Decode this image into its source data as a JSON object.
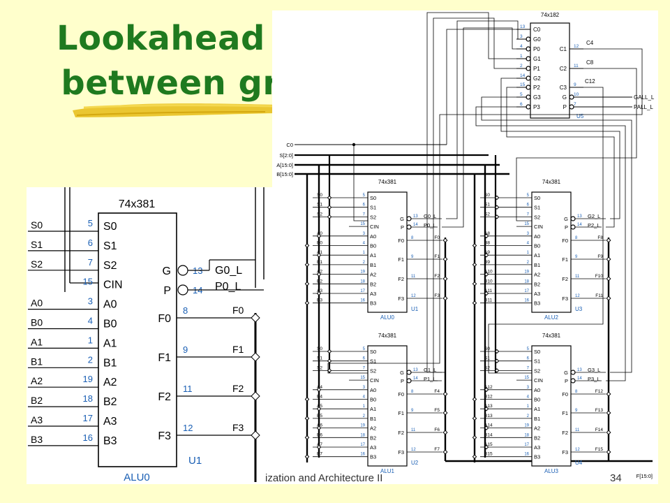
{
  "slide": {
    "title_line1": "Lookahead carry",
    "title_line2": "between groups",
    "footer_text": "ization and Architecture II",
    "page_number": "34",
    "accent_color": "#1f7a1f",
    "background_color": "#ffffcc"
  },
  "schematic": {
    "cla": {
      "part": "74x182",
      "ref": "U5",
      "inputs": [
        {
          "pin": "13",
          "name": "C0"
        },
        {
          "pin": "3",
          "name": "G0"
        },
        {
          "pin": "4",
          "name": "P0"
        },
        {
          "pin": "1",
          "name": "G1"
        },
        {
          "pin": "2",
          "name": "P1"
        },
        {
          "pin": "14",
          "name": "G2"
        },
        {
          "pin": "15",
          "name": "P2"
        },
        {
          "pin": "5",
          "name": "G3"
        },
        {
          "pin": "6",
          "name": "P3"
        }
      ],
      "outputs": [
        {
          "pin": "12",
          "name": "C1",
          "net": "C4"
        },
        {
          "pin": "11",
          "name": "C2",
          "net": "C8"
        },
        {
          "pin": "9",
          "name": "C3",
          "net": "C12"
        },
        {
          "pin": "10",
          "name": "G",
          "net": "GALL_L"
        },
        {
          "pin": "7",
          "name": "P",
          "net": "PALL_L"
        }
      ]
    },
    "buses": [
      "C0",
      "S[2:0]",
      "A[15:0]",
      "B[15:0]"
    ],
    "output_bus": "F[15:0]",
    "alu_part": "74x381",
    "pin_names_left": [
      "S0",
      "S1",
      "S2",
      "CIN",
      "A0",
      "B0",
      "A1",
      "B1",
      "A2",
      "B2",
      "A3",
      "B3"
    ],
    "pin_nums_left": [
      "5",
      "6",
      "7",
      "15",
      "3",
      "4",
      "1",
      "2",
      "19",
      "18",
      "17",
      "16"
    ],
    "pin_names_right": [
      "G",
      "P",
      "F0",
      "F1",
      "F2",
      "F3"
    ],
    "pin_nums_right": [
      "13",
      "14",
      "8",
      "9",
      "11",
      "12"
    ],
    "alus": [
      {
        "name": "ALU0",
        "ref": "U1",
        "g_net": "G0_L",
        "p_net": "P0_L",
        "inputs": [
          "S0",
          "S1",
          "S2",
          "",
          "A0",
          "B0",
          "A1",
          "B1",
          "A2",
          "B2",
          "A3",
          "B3"
        ],
        "outputs": [
          "F0",
          "F1",
          "F2",
          "F3"
        ]
      },
      {
        "name": "ALU2",
        "ref": "U3",
        "g_net": "G2_L",
        "p_net": "P2_L",
        "inputs": [
          "S0",
          "S1",
          "S2",
          "",
          "A8",
          "B8",
          "A9",
          "B9",
          "A10",
          "B10",
          "A11",
          "B11"
        ],
        "outputs": [
          "F8",
          "F9",
          "F10",
          "F11"
        ]
      },
      {
        "name": "ALU1",
        "ref": "U2",
        "g_net": "G1_L",
        "p_net": "P1_L",
        "inputs": [
          "S0",
          "S1",
          "S2",
          "",
          "A4",
          "B4",
          "A5",
          "B5",
          "A6",
          "B6",
          "A7",
          "B7"
        ],
        "outputs": [
          "F4",
          "F5",
          "F6",
          "F7"
        ]
      },
      {
        "name": "ALU3",
        "ref": "U4",
        "g_net": "G3_L",
        "p_net": "P3_L",
        "inputs": [
          "S0",
          "S1",
          "S2",
          "",
          "A12",
          "B12",
          "A13",
          "B13",
          "A14",
          "B14",
          "A15",
          "B15"
        ],
        "outputs": [
          "F12",
          "F13",
          "F14",
          "F15"
        ]
      }
    ],
    "zoom": {
      "part": "74x381",
      "name": "ALU0",
      "ref": "U1",
      "g_net": "G0_L",
      "p_net": "P0_L",
      "inputs": [
        "S0",
        "S1",
        "S2",
        "",
        "A0",
        "B0",
        "A1",
        "B1",
        "A2",
        "B2",
        "A3",
        "B3"
      ],
      "outputs": [
        "F0",
        "F1",
        "F2",
        "F3"
      ]
    }
  }
}
